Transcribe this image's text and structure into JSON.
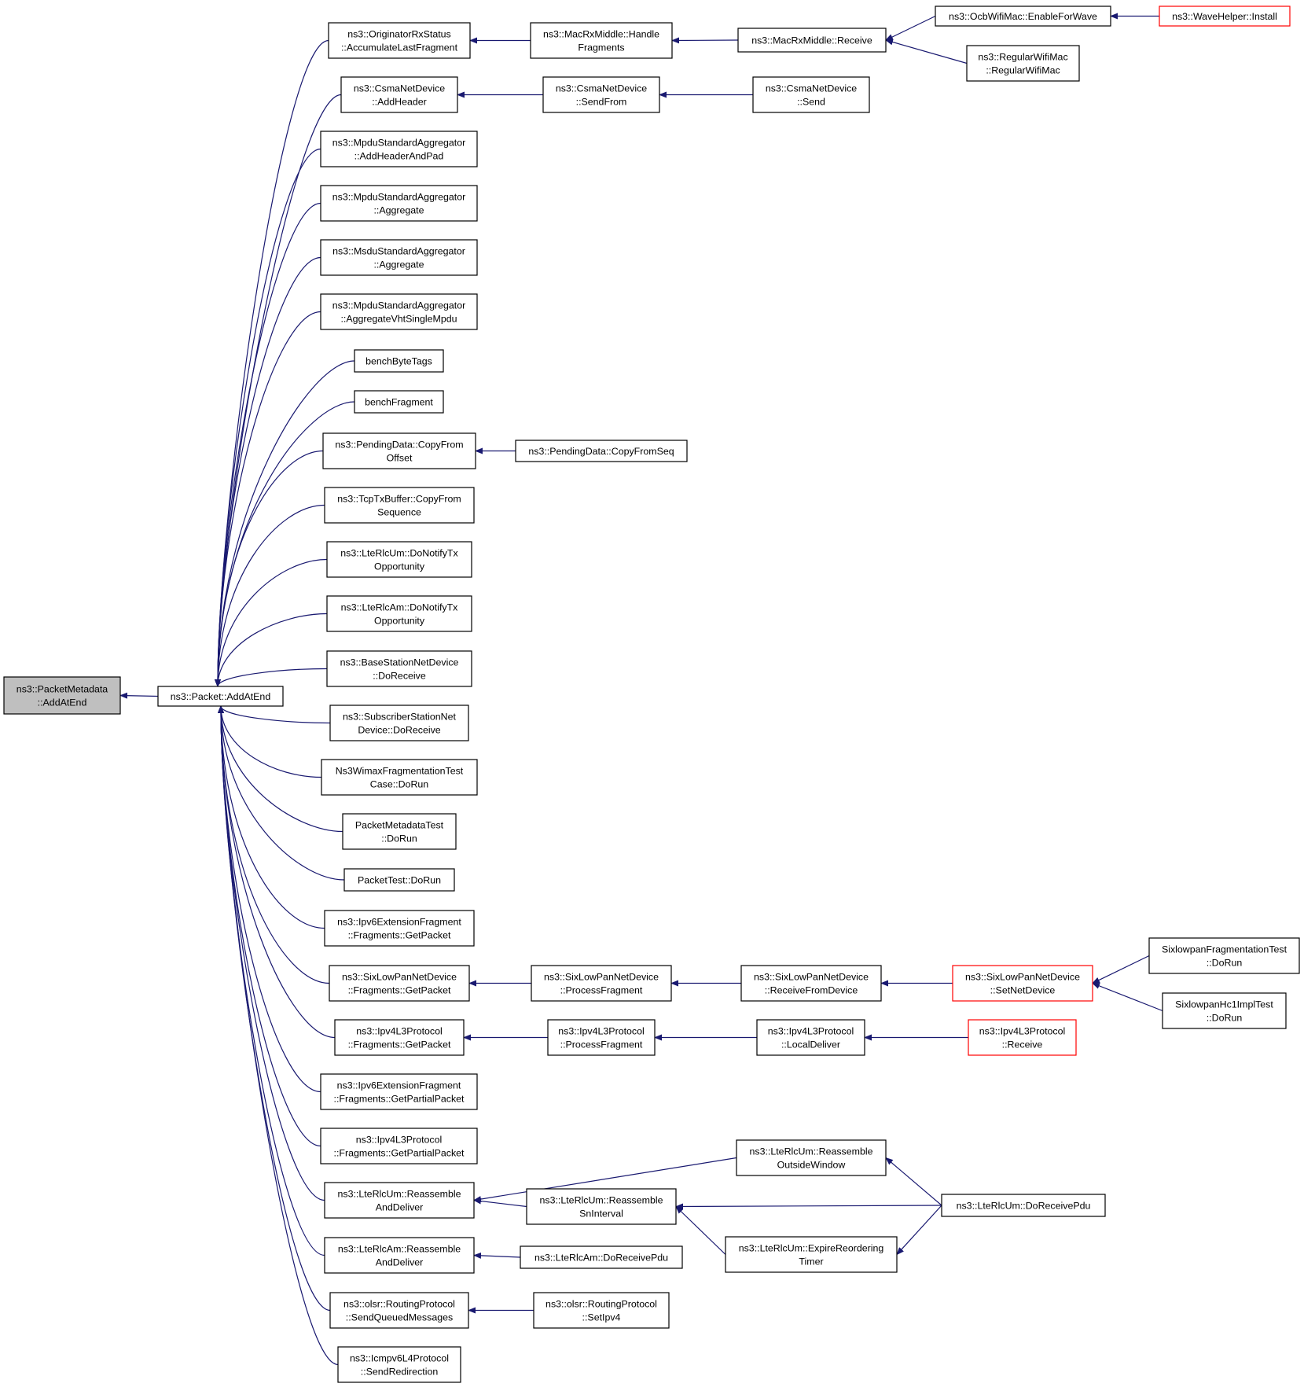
{
  "colors": {
    "edge": "#191970",
    "node_border": "#000000",
    "node_border_truncated": "#ff0000",
    "node_fill": "#ffffff",
    "root_fill": "#bfbfbf",
    "text": "#000000"
  },
  "nodes": [
    {
      "id": "root",
      "lines": [
        "ns3::PacketMetadata",
        "::AddAtEnd"
      ],
      "style": "root"
    },
    {
      "id": "packet_addatend",
      "lines": [
        "ns3::Packet::AddAtEnd"
      ]
    },
    {
      "id": "orig_accum",
      "lines": [
        "ns3::OriginatorRxStatus",
        "::AccumulateLastFragment"
      ]
    },
    {
      "id": "macrx_handlefrag",
      "lines": [
        "ns3::MacRxMiddle::Handle",
        "Fragments"
      ]
    },
    {
      "id": "macrx_receive",
      "lines": [
        "ns3::MacRxMiddle::Receive"
      ]
    },
    {
      "id": "ocb_enable",
      "lines": [
        "ns3::OcbWifiMac::EnableForWave"
      ]
    },
    {
      "id": "wave_install",
      "lines": [
        "ns3::WaveHelper::Install"
      ],
      "style": "truncated"
    },
    {
      "id": "regular_wifimac",
      "lines": [
        "ns3::RegularWifiMac",
        "::RegularWifiMac"
      ]
    },
    {
      "id": "csma_addheader",
      "lines": [
        "ns3::CsmaNetDevice",
        "::AddHeader"
      ]
    },
    {
      "id": "csma_sendfrom",
      "lines": [
        "ns3::CsmaNetDevice",
        "::SendFrom"
      ]
    },
    {
      "id": "csma_send",
      "lines": [
        "ns3::CsmaNetDevice",
        "::Send"
      ]
    },
    {
      "id": "mpdu_addheaderandpad",
      "lines": [
        "ns3::MpduStandardAggregator",
        "::AddHeaderAndPad"
      ]
    },
    {
      "id": "mpdu_aggregate",
      "lines": [
        "ns3::MpduStandardAggregator",
        "::Aggregate"
      ]
    },
    {
      "id": "msdu_aggregate",
      "lines": [
        "ns3::MsduStandardAggregator",
        "::Aggregate"
      ]
    },
    {
      "id": "mpdu_vht",
      "lines": [
        "ns3::MpduStandardAggregator",
        "::AggregateVhtSingleMpdu"
      ]
    },
    {
      "id": "bench_bytetags",
      "lines": [
        "benchByteTags"
      ]
    },
    {
      "id": "bench_fragment",
      "lines": [
        "benchFragment"
      ]
    },
    {
      "id": "pending_copyfromoffset",
      "lines": [
        "ns3::PendingData::CopyFrom",
        "Offset"
      ]
    },
    {
      "id": "pending_copyfromseq",
      "lines": [
        "ns3::PendingData::CopyFromSeq"
      ]
    },
    {
      "id": "tcptx_copyfromseq",
      "lines": [
        "ns3::TcpTxBuffer::CopyFrom",
        "Sequence"
      ]
    },
    {
      "id": "lterlcum_notify",
      "lines": [
        "ns3::LteRlcUm::DoNotifyTx",
        "Opportunity"
      ]
    },
    {
      "id": "lterlcam_notify",
      "lines": [
        "ns3::LteRlcAm::DoNotifyTx",
        "Opportunity"
      ]
    },
    {
      "id": "bs_doreceive",
      "lines": [
        "ns3::BaseStationNetDevice",
        "::DoReceive"
      ]
    },
    {
      "id": "ss_doreceive",
      "lines": [
        "ns3::SubscriberStationNet",
        "Device::DoReceive"
      ]
    },
    {
      "id": "wimax_test",
      "lines": [
        "Ns3WimaxFragmentationTest",
        "Case::DoRun"
      ]
    },
    {
      "id": "pmd_test",
      "lines": [
        "PacketMetadataTest",
        "::DoRun"
      ]
    },
    {
      "id": "packet_test",
      "lines": [
        "PacketTest::DoRun"
      ]
    },
    {
      "id": "ipv6_getpacket",
      "lines": [
        "ns3::Ipv6ExtensionFragment",
        "::Fragments::GetPacket"
      ]
    },
    {
      "id": "sixlow_getpacket",
      "lines": [
        "ns3::SixLowPanNetDevice",
        "::Fragments::GetPacket"
      ]
    },
    {
      "id": "sixlow_processfrag",
      "lines": [
        "ns3::SixLowPanNetDevice",
        "::ProcessFragment"
      ]
    },
    {
      "id": "sixlow_receivefrom",
      "lines": [
        "ns3::SixLowPanNetDevice",
        "::ReceiveFromDevice"
      ]
    },
    {
      "id": "sixlow_setnetdevice",
      "lines": [
        "ns3::SixLowPanNetDevice",
        "::SetNetDevice"
      ],
      "style": "truncated"
    },
    {
      "id": "sixlow_fragtest",
      "lines": [
        "SixlowpanFragmentationTest",
        "::DoRun"
      ]
    },
    {
      "id": "sixlow_hc1test",
      "lines": [
        "SixlowpanHc1ImplTest",
        "::DoRun"
      ]
    },
    {
      "id": "ipv4_getpacket",
      "lines": [
        "ns3::Ipv4L3Protocol",
        "::Fragments::GetPacket"
      ]
    },
    {
      "id": "ipv4_processfrag",
      "lines": [
        "ns3::Ipv4L3Protocol",
        "::ProcessFragment"
      ]
    },
    {
      "id": "ipv4_localdeliver",
      "lines": [
        "ns3::Ipv4L3Protocol",
        "::LocalDeliver"
      ]
    },
    {
      "id": "ipv4_receive",
      "lines": [
        "ns3::Ipv4L3Protocol",
        "::Receive"
      ],
      "style": "truncated"
    },
    {
      "id": "ipv6_getpartial",
      "lines": [
        "ns3::Ipv6ExtensionFragment",
        "::Fragments::GetPartialPacket"
      ]
    },
    {
      "id": "ipv4_getpartial",
      "lines": [
        "ns3::Ipv4L3Protocol",
        "::Fragments::GetPartialPacket"
      ]
    },
    {
      "id": "um_reassemble",
      "lines": [
        "ns3::LteRlcUm::Reassemble",
        "AndDeliver"
      ]
    },
    {
      "id": "um_outside",
      "lines": [
        "ns3::LteRlcUm::Reassemble",
        "OutsideWindow"
      ]
    },
    {
      "id": "um_snint",
      "lines": [
        "ns3::LteRlcUm::Reassemble",
        "SnInterval"
      ]
    },
    {
      "id": "um_doreceivepdu",
      "lines": [
        "ns3::LteRlcUm::DoReceivePdu"
      ]
    },
    {
      "id": "um_expire",
      "lines": [
        "ns3::LteRlcUm::ExpireReordering",
        "Timer"
      ]
    },
    {
      "id": "am_reassemble",
      "lines": [
        "ns3::LteRlcAm::Reassemble",
        "AndDeliver"
      ]
    },
    {
      "id": "am_doreceivepdu",
      "lines": [
        "ns3::LteRlcAm::DoReceivePdu"
      ]
    },
    {
      "id": "olsr_sendqueued",
      "lines": [
        "ns3::olsr::RoutingProtocol",
        "::SendQueuedMessages"
      ]
    },
    {
      "id": "olsr_setipv4",
      "lines": [
        "ns3::olsr::RoutingProtocol",
        "::SetIpv4"
      ]
    },
    {
      "id": "icmpv6_redirect",
      "lines": [
        "ns3::Icmpv6L4Protocol",
        "::SendRedirection"
      ]
    }
  ],
  "edges": [
    [
      "packet_addatend",
      "root"
    ],
    [
      "orig_accum",
      "packet_addatend"
    ],
    [
      "macrx_handlefrag",
      "orig_accum"
    ],
    [
      "macrx_receive",
      "macrx_handlefrag"
    ],
    [
      "ocb_enable",
      "macrx_receive"
    ],
    [
      "wave_install",
      "ocb_enable"
    ],
    [
      "regular_wifimac",
      "macrx_receive"
    ],
    [
      "csma_addheader",
      "packet_addatend"
    ],
    [
      "csma_sendfrom",
      "csma_addheader"
    ],
    [
      "csma_send",
      "csma_sendfrom"
    ],
    [
      "mpdu_addheaderandpad",
      "packet_addatend"
    ],
    [
      "mpdu_aggregate",
      "packet_addatend"
    ],
    [
      "msdu_aggregate",
      "packet_addatend"
    ],
    [
      "mpdu_vht",
      "packet_addatend"
    ],
    [
      "bench_bytetags",
      "packet_addatend"
    ],
    [
      "bench_fragment",
      "packet_addatend"
    ],
    [
      "pending_copyfromoffset",
      "packet_addatend"
    ],
    [
      "pending_copyfromseq",
      "pending_copyfromoffset"
    ],
    [
      "tcptx_copyfromseq",
      "packet_addatend"
    ],
    [
      "lterlcum_notify",
      "packet_addatend"
    ],
    [
      "lterlcam_notify",
      "packet_addatend"
    ],
    [
      "bs_doreceive",
      "packet_addatend"
    ],
    [
      "ss_doreceive",
      "packet_addatend"
    ],
    [
      "wimax_test",
      "packet_addatend"
    ],
    [
      "pmd_test",
      "packet_addatend"
    ],
    [
      "packet_test",
      "packet_addatend"
    ],
    [
      "ipv6_getpacket",
      "packet_addatend"
    ],
    [
      "sixlow_getpacket",
      "packet_addatend"
    ],
    [
      "sixlow_processfrag",
      "sixlow_getpacket"
    ],
    [
      "sixlow_receivefrom",
      "sixlow_processfrag"
    ],
    [
      "sixlow_setnetdevice",
      "sixlow_receivefrom"
    ],
    [
      "sixlow_fragtest",
      "sixlow_setnetdevice"
    ],
    [
      "sixlow_hc1test",
      "sixlow_setnetdevice"
    ],
    [
      "ipv4_getpacket",
      "packet_addatend"
    ],
    [
      "ipv4_processfrag",
      "ipv4_getpacket"
    ],
    [
      "ipv4_localdeliver",
      "ipv4_processfrag"
    ],
    [
      "ipv4_receive",
      "ipv4_localdeliver"
    ],
    [
      "ipv6_getpartial",
      "packet_addatend"
    ],
    [
      "ipv4_getpartial",
      "packet_addatend"
    ],
    [
      "um_reassemble",
      "packet_addatend"
    ],
    [
      "um_outside",
      "um_reassemble"
    ],
    [
      "um_doreceivepdu",
      "um_outside"
    ],
    [
      "um_snint",
      "um_reassemble"
    ],
    [
      "um_doreceivepdu",
      "um_snint"
    ],
    [
      "um_expire",
      "um_snint"
    ],
    [
      "um_doreceivepdu",
      "um_expire"
    ],
    [
      "am_reassemble",
      "packet_addatend"
    ],
    [
      "am_doreceivepdu",
      "am_reassemble"
    ],
    [
      "olsr_sendqueued",
      "packet_addatend"
    ],
    [
      "olsr_setipv4",
      "olsr_sendqueued"
    ],
    [
      "icmpv6_redirect",
      "packet_addatend"
    ]
  ]
}
